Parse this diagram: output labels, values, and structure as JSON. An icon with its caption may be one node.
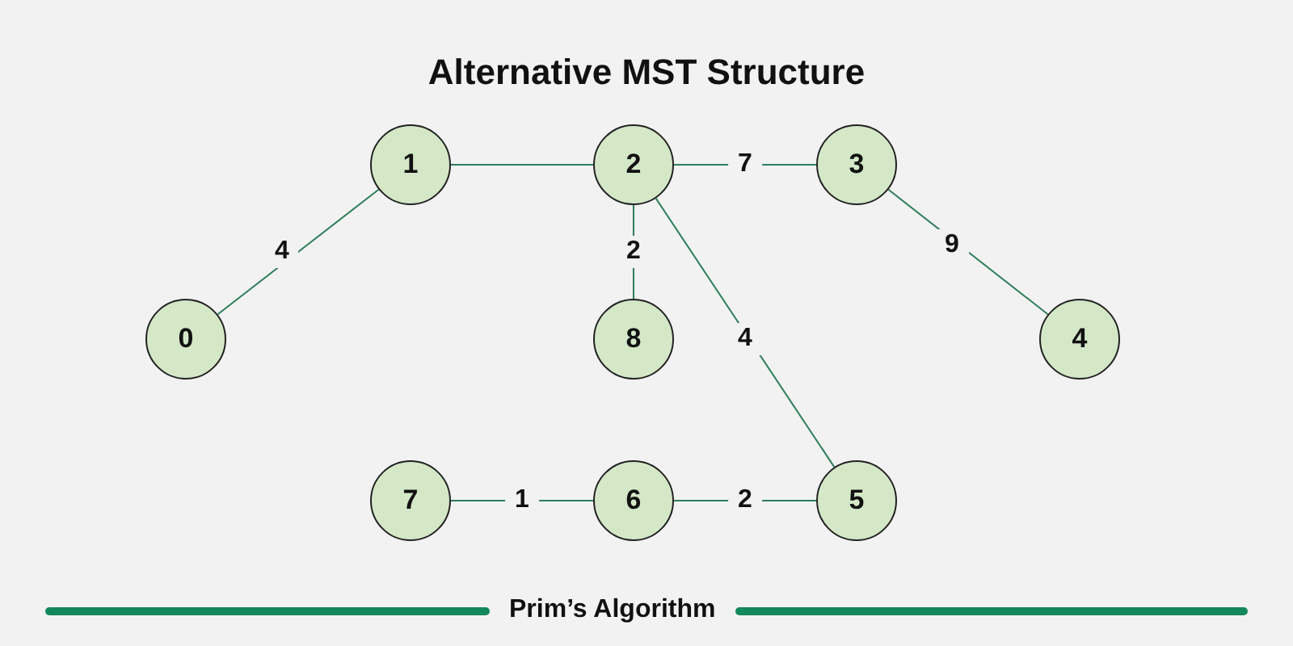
{
  "diagram": {
    "title": "Alternative MST Structure",
    "caption": "Prim’s Algorithm",
    "nodes": [
      {
        "text": [
          "0"
        ]
      },
      {
        "text": [
          "1"
        ]
      },
      {
        "text": [
          "2"
        ]
      },
      {
        "text": [
          "3"
        ]
      },
      {
        "text": [
          "4"
        ]
      },
      {
        "text": [
          "8"
        ]
      },
      {
        "text": [
          "7"
        ]
      },
      {
        "text": [
          "6"
        ]
      },
      {
        "text": [
          "5"
        ]
      }
    ],
    "edges": [
      {
        "from": 0,
        "to": 1,
        "arrow": "none",
        "label": "4"
      },
      {
        "from": 1,
        "to": 2,
        "arrow": "none"
      },
      {
        "from": 2,
        "to": 3,
        "arrow": "none",
        "label": "7"
      },
      {
        "from": 3,
        "to": 4,
        "arrow": "none",
        "label": "9"
      },
      {
        "from": 2,
        "to": 5,
        "arrow": "none",
        "label": "2"
      },
      {
        "from": 2,
        "to": 8,
        "arrow": "none",
        "label": "4"
      },
      {
        "from": 6,
        "to": 7,
        "arrow": "none",
        "label": "1"
      },
      {
        "from": 7,
        "to": 8,
        "arrow": "none",
        "label": "2"
      }
    ]
  }
}
